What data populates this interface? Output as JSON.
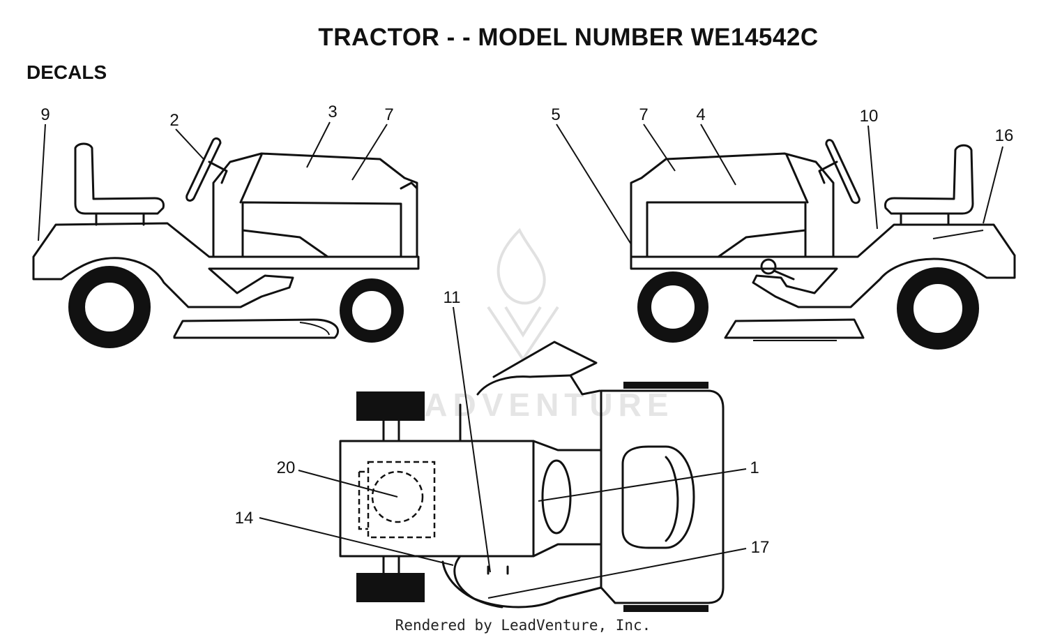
{
  "title": "TRACTOR - - MODEL NUMBER WE14542C",
  "section": "DECALS",
  "footer": "Rendered by LeadVenture, Inc.",
  "callouts": {
    "c9": "9",
    "c2": "2",
    "c3": "3",
    "c7a": "7",
    "c5": "5",
    "c7b": "7",
    "c4": "4",
    "c10": "10",
    "c16": "16",
    "c11": "11",
    "c20": "20",
    "c1": "1",
    "c14": "14",
    "c17": "17"
  },
  "watermark": "LEADVENTURE"
}
